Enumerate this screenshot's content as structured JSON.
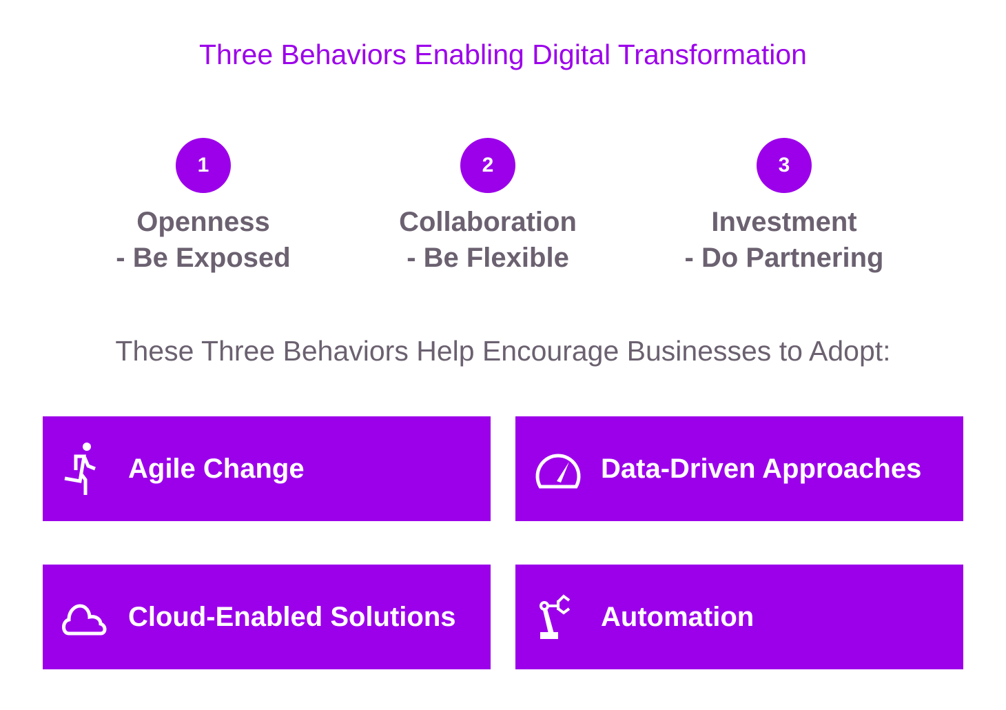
{
  "title": "Three Behaviors Enabling Digital Transformation",
  "behaviors": [
    {
      "number": "1",
      "name": "Openness",
      "detail": "- Be Exposed"
    },
    {
      "number": "2",
      "name": "Collaboration",
      "detail": "- Be Flexible"
    },
    {
      "number": "3",
      "name": "Investment",
      "detail": "- Do Partnering"
    }
  ],
  "subtitle": "These Three Behaviors Help Encourage Businesses to Adopt:",
  "tiles": [
    {
      "label": "Agile Change",
      "icon": "running-person-icon"
    },
    {
      "label": "Data-Driven Approaches",
      "icon": "speedometer-icon"
    },
    {
      "label": "Cloud-Enabled Solutions",
      "icon": "cloud-icon"
    },
    {
      "label": "Automation",
      "icon": "robot-arm-icon"
    }
  ],
  "colors": {
    "accent": "#9c00ea",
    "text": "#6b6170"
  }
}
